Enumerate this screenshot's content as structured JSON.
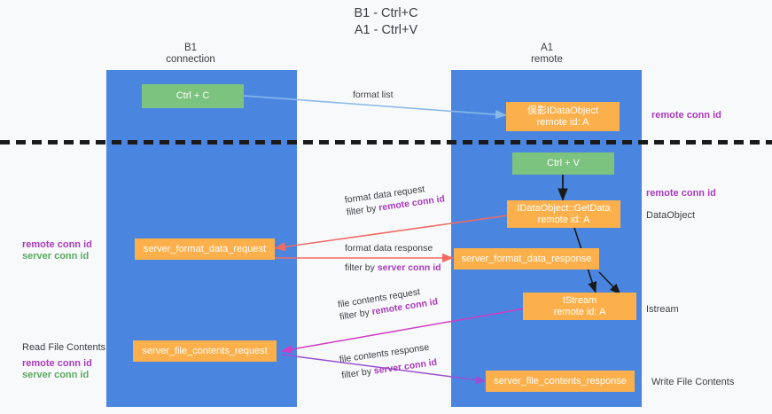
{
  "title": "B1 - Ctrl+C\nA1 - Ctrl+V",
  "lanes": [
    {
      "id": "b1",
      "header": "B1\nconnection"
    },
    {
      "id": "a1",
      "header": "A1\nremote"
    }
  ],
  "nodes": [
    {
      "id": "ctrl-c",
      "label": "Ctrl + C"
    },
    {
      "id": "idataobject",
      "label": "俣影IDataObject\nremote id: A"
    },
    {
      "id": "ctrl-v",
      "label": "Ctrl + V"
    },
    {
      "id": "idataobject-getdata",
      "label": "IDataObject::GetData\nremote id: A"
    },
    {
      "id": "server-format-data-request",
      "label": "server_format_data_request"
    },
    {
      "id": "server-format-data-response",
      "label": "server_format_data_response"
    },
    {
      "id": "istream",
      "label": "IStream\nremote id: A"
    },
    {
      "id": "server-file-contents-request",
      "label": "server_file_contents_request"
    },
    {
      "id": "server-file-contents-response",
      "label": "server_file_contents_response"
    }
  ],
  "edge_labels": {
    "format_list": "format list",
    "format_data_request": "format data request",
    "format_data_request_filter_prefix": "filter by ",
    "format_data_request_filter_value": "remote conn id",
    "format_data_response": "format data response",
    "format_data_response_filter_prefix": "filter by ",
    "format_data_response_filter_value": "server conn id",
    "file_contents_request": "file contents request",
    "file_contents_request_filter_prefix": "filter by ",
    "file_contents_request_filter_value": "remote conn id",
    "file_contents_response": "file contents response",
    "file_contents_response_filter_prefix": "filter by ",
    "file_contents_response_filter_value": "server conn id"
  },
  "notes": {
    "right_remote_conn_id_top": "remote conn id",
    "right_remote_conn_id_mid": "remote conn id",
    "right_dataobject": "DataObject",
    "right_istream": "Istream",
    "right_write_file_contents": "Write File Contents",
    "left_remote_conn_id_mid": "remote conn id",
    "left_server_conn_id_mid": "server conn id",
    "left_read_file_contents": "Read File Contents",
    "left_remote_conn_id_bottom": "remote conn id",
    "left_server_conn_id_bottom": "server conn id"
  },
  "colors": {
    "background": "#f8f9fa",
    "lane": "#4a86e0",
    "node_green": "#7bc37e",
    "node_orange": "#fbb04c",
    "accent_purple": "#a93bbd",
    "accent_green": "#5aa95f",
    "arrow_light_blue": "#8ab9e8",
    "arrow_red": "#ef6b63",
    "arrow_magenta": "#d13bc4",
    "arrow_violet": "#9a4fd4",
    "arrow_black": "#1a1a1a",
    "divider": "#1a1a1a"
  }
}
